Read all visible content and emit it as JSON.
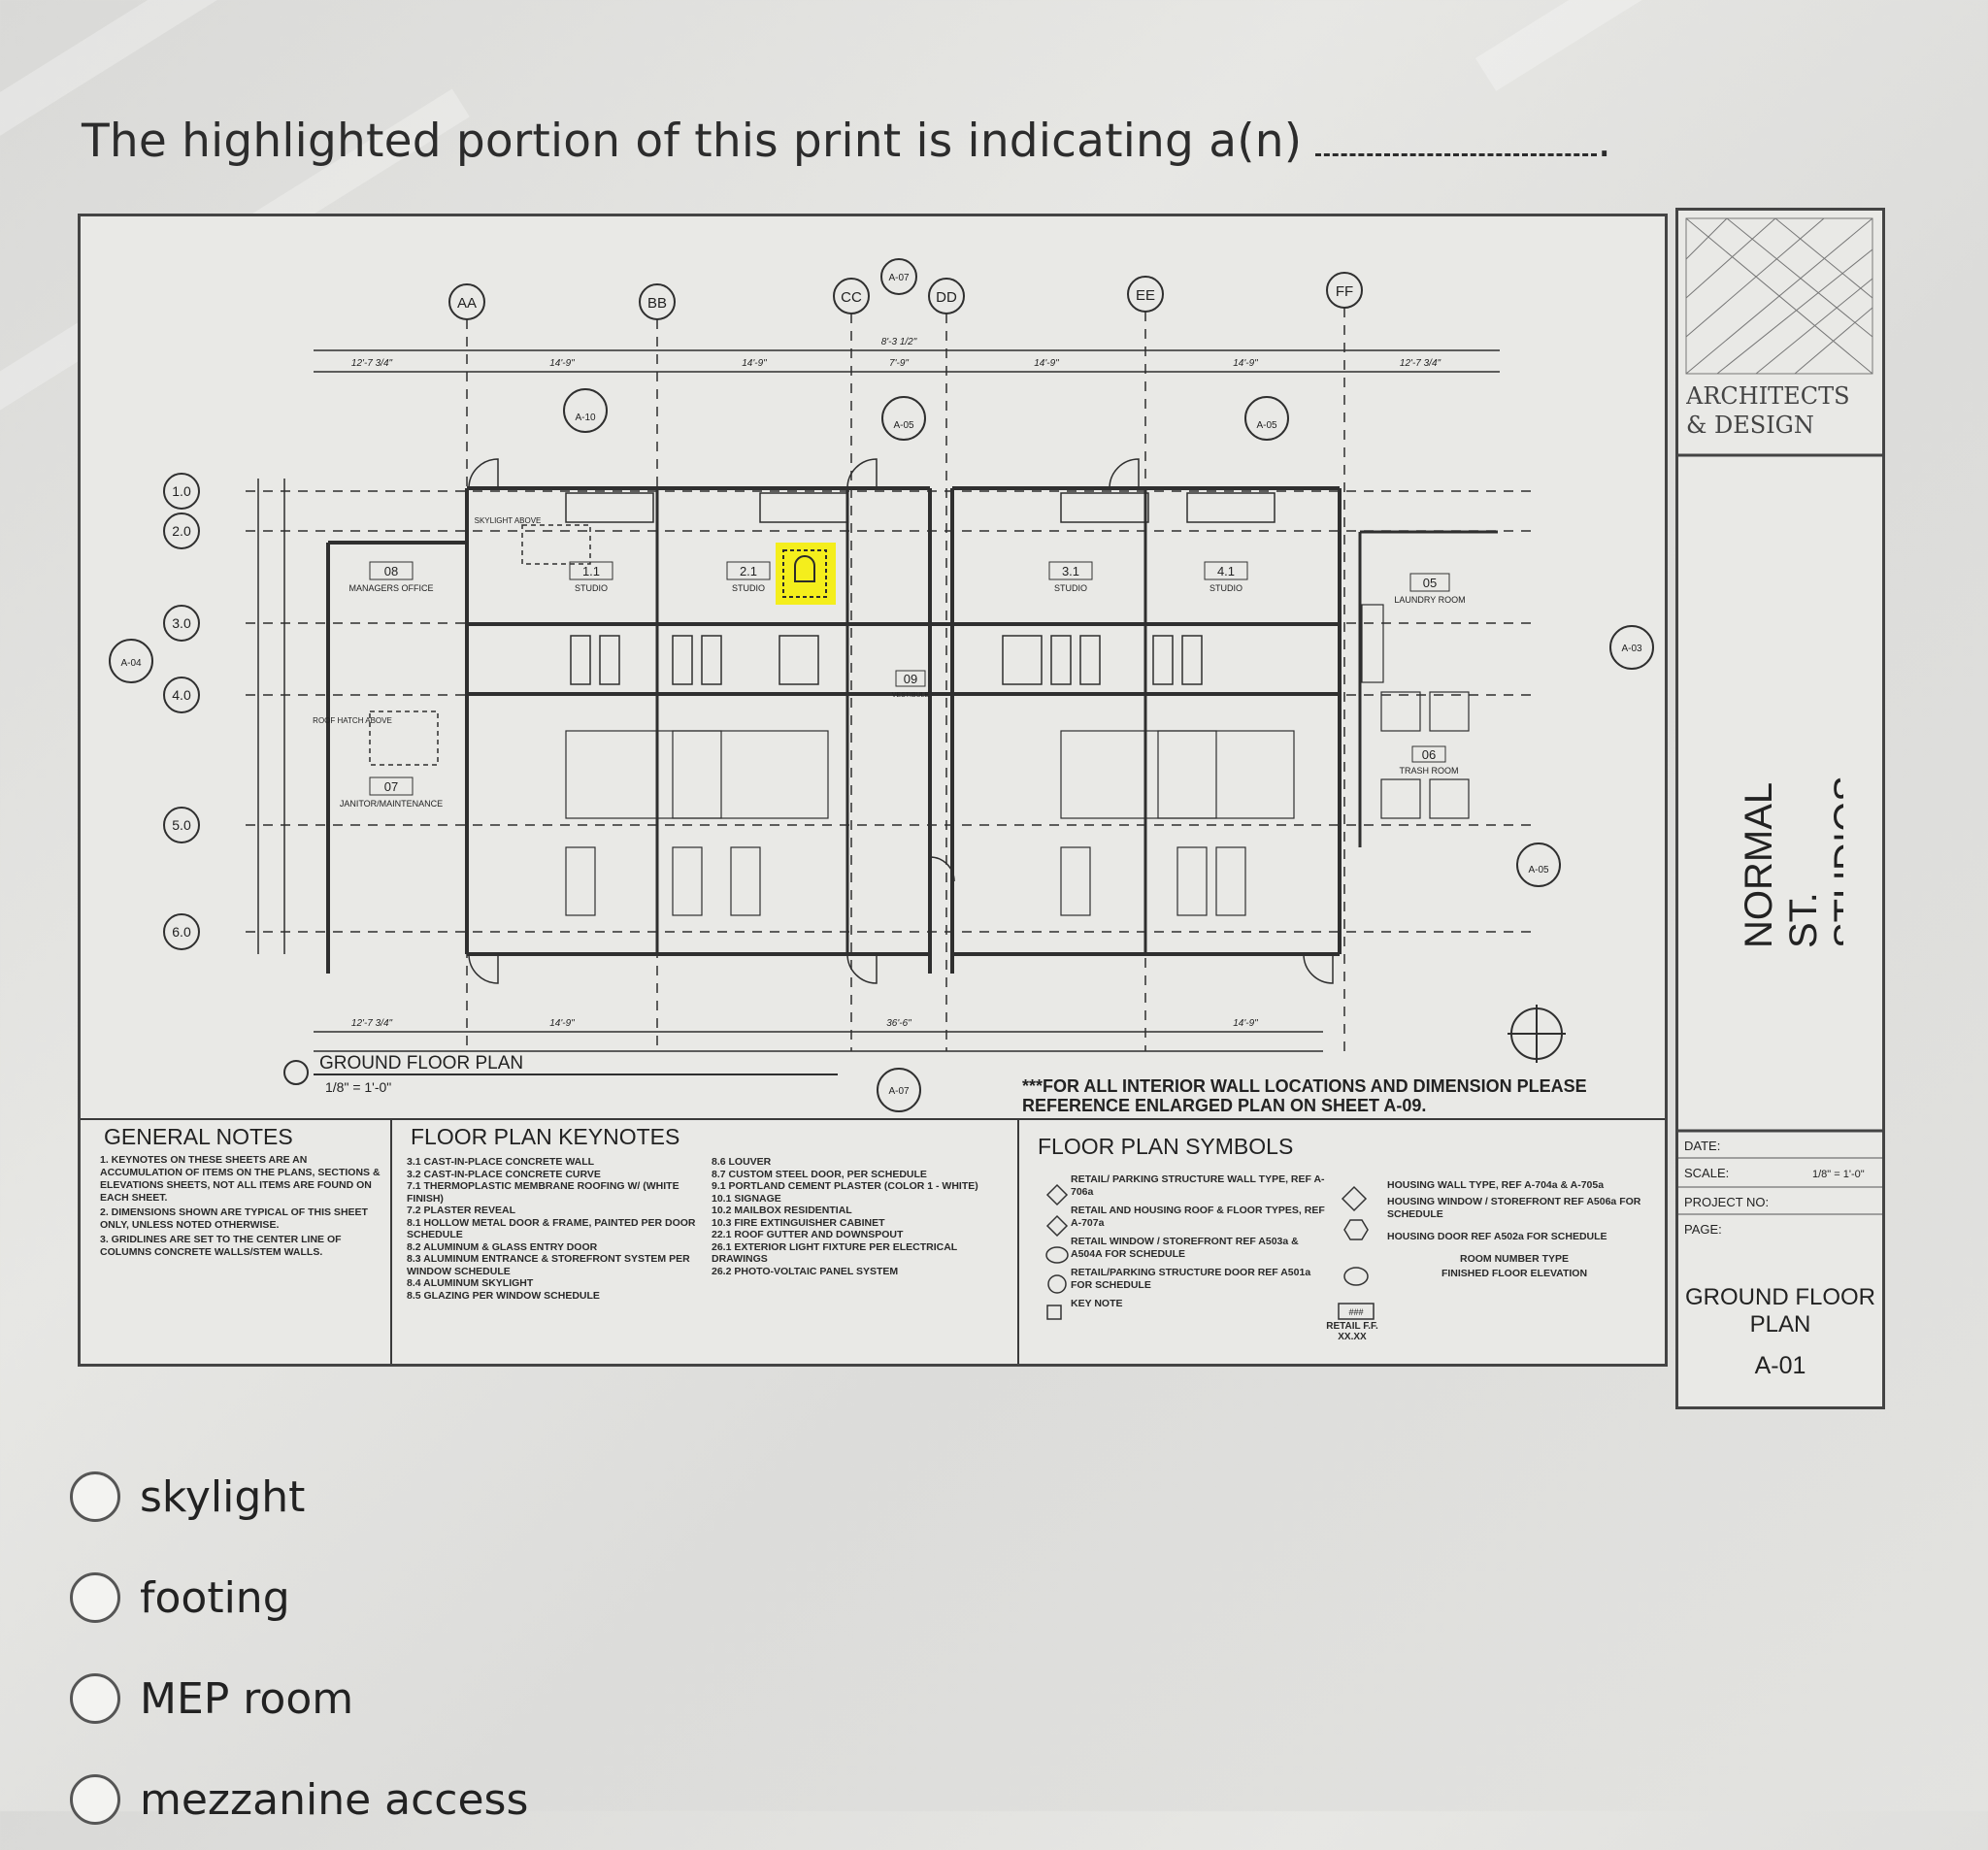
{
  "question": {
    "text": "The highlighted portion of this print is indicating a(n)"
  },
  "print": {
    "grid_cols": [
      "AA",
      "BB",
      "CC",
      "DD",
      "EE",
      "FF"
    ],
    "grid_rows": [
      "1.0",
      "2.0",
      "3.0",
      "4.0",
      "5.0",
      "6.0"
    ],
    "dims_top": [
      "12'-7 3/4\"",
      "14'-9\"",
      "14'-9\"",
      "8'-3 1/2\"",
      "7'-9\"",
      "14'-9\"",
      "14'-9\"",
      "12'-7 3/4\""
    ],
    "dims_bottom": [
      "12'-7 3/4\"",
      "14'-9\"",
      "36'-6\"",
      "14'-9\""
    ],
    "rooms": [
      {
        "num": "08",
        "name": "MANAGERS OFFICE"
      },
      {
        "num": "1.1",
        "name": "STUDIO"
      },
      {
        "num": "2.1",
        "name": "STUDIO"
      },
      {
        "num": "09",
        "name": "VESTIBULE"
      },
      {
        "num": "3.1",
        "name": "STUDIO"
      },
      {
        "num": "4.1",
        "name": "STUDIO"
      },
      {
        "num": "05",
        "name": "LAUNDRY ROOM"
      },
      {
        "num": "06",
        "name": "TRASH ROOM"
      },
      {
        "num": "07",
        "name": "JANITOR/MAINTENANCE"
      }
    ],
    "annotations": {
      "skylight": "SKYLIGHT ABOVE",
      "roof_hatch": "ROOF HATCH ABOVE"
    },
    "section_refs": [
      "A-07",
      "A-05",
      "A-10",
      "A-04",
      "A-03"
    ],
    "drawing_title": "GROUND FLOOR PLAN",
    "drawing_scale": "1/8\" = 1'-0\"",
    "interior_note": "***FOR ALL INTERIOR WALL LOCATIONS AND DIMENSION PLEASE REFERENCE ENLARGED PLAN ON SHEET A-09.",
    "general_notes": {
      "title": "GENERAL NOTES",
      "items": [
        "1. KEYNOTES ON THESE SHEETS ARE AN ACCUMULATION OF ITEMS ON THE PLANS, SECTIONS & ELEVATIONS SHEETS, NOT ALL ITEMS ARE FOUND ON EACH SHEET.",
        "2. DIMENSIONS SHOWN ARE TYPICAL OF THIS SHEET ONLY, UNLESS NOTED OTHERWISE.",
        "3. GRIDLINES ARE SET TO THE CENTER LINE OF COLUMNS CONCRETE WALLS/STEM WALLS."
      ]
    },
    "keynotes": {
      "title": "FLOOR PLAN KEYNOTES",
      "col1": [
        "3.1 CAST-IN-PLACE CONCRETE WALL",
        "3.2 CAST-IN-PLACE CONCRETE CURVE",
        "7.1 THERMOPLASTIC MEMBRANE ROOFING W/ (WHITE FINISH)",
        "7.2 PLASTER REVEAL",
        "8.1 HOLLOW METAL DOOR & FRAME, PAINTED PER DOOR SCHEDULE",
        "8.2 ALUMINUM & GLASS ENTRY DOOR",
        "8.3 ALUMINUM ENTRANCE & STOREFRONT SYSTEM PER WINDOW SCHEDULE",
        "8.4 ALUMINUM SKYLIGHT",
        "8.5 GLAZING PER WINDOW SCHEDULE"
      ],
      "col2": [
        "8.6 LOUVER",
        "8.7 CUSTOM STEEL DOOR, PER SCHEDULE",
        "9.1 PORTLAND CEMENT PLASTER (COLOR 1 - WHITE)",
        "10.1 SIGNAGE",
        "10.2 MAILBOX RESIDENTIAL",
        "10.3 FIRE EXTINGUISHER CABINET",
        "22.1 ROOF GUTTER AND DOWNSPOUT",
        "26.1 EXTERIOR LIGHT FIXTURE PER ELECTRICAL DRAWINGS",
        "26.2 PHOTO-VOLTAIC PANEL SYSTEM"
      ]
    },
    "symbols": {
      "title": "FLOOR PLAN SYMBOLS",
      "col1": [
        "RETAIL/ PARKING STRUCTURE WALL TYPE, REF A-706a",
        "RETAIL AND HOUSING ROOF & FLOOR TYPES, REF A-707a",
        "RETAIL WINDOW / STOREFRONT REF A503a & A504A FOR SCHEDULE",
        "RETAIL/PARKING STRUCTURE DOOR REF A501a FOR SCHEDULE",
        "KEY NOTE"
      ],
      "col2": [
        "HOUSING WALL TYPE, REF A-704a & A-705a",
        "HOUSING WINDOW / STOREFRONT REF A506a FOR SCHEDULE",
        "HOUSING DOOR REF A502a FOR SCHEDULE",
        "ROOM NUMBER TYPE",
        "FINISHED FLOOR ELEVATION"
      ],
      "room_tag": "###",
      "retail_ff": "RETAIL F.F. XX.XX"
    }
  },
  "titleblock": {
    "firm": "ARCHITECTS & DESIGN",
    "project": "NORMAL ST. STUDIOS",
    "date_label": "DATE:",
    "scale_label": "SCALE:",
    "scale_value": "1/8\" = 1'-0\"",
    "project_no_label": "PROJECT NO:",
    "page_label": "PAGE:",
    "sheet_title": "GROUND FLOOR PLAN",
    "sheet_number": "A-01"
  },
  "options": [
    {
      "label": "skylight"
    },
    {
      "label": "footing"
    },
    {
      "label": "MEP room"
    },
    {
      "label": "mezzanine access"
    }
  ],
  "colors": {
    "highlight": "#f4ee1c",
    "ink": "#2b2b2b",
    "paper": "#e9e9e6"
  }
}
